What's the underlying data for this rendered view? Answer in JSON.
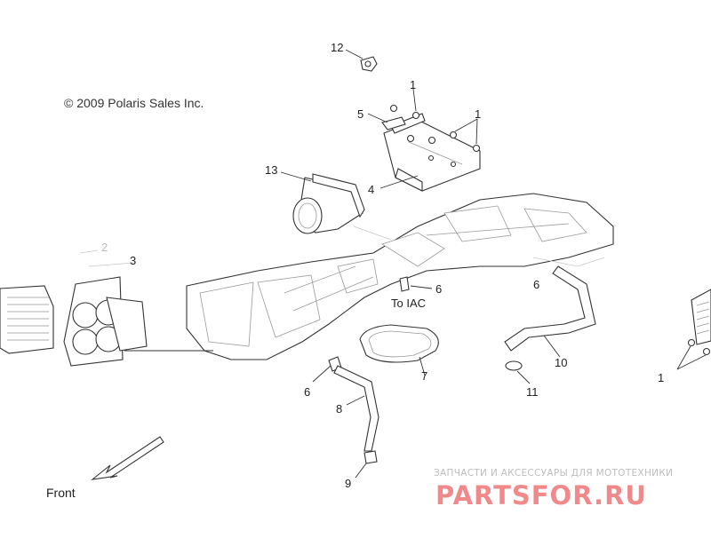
{
  "copyright": "© 2009 Polaris Sales Inc.",
  "front_label": "Front",
  "iac_label": "To IAC",
  "callouts": {
    "c1a": "1",
    "c1b": "1",
    "c1c": "1",
    "c2": "2",
    "c3": "3",
    "c4": "4",
    "c5": "5",
    "c6a": "6",
    "c6b": "6",
    "c6c": "6",
    "c7": "7",
    "c8": "8",
    "c9": "9",
    "c10": "10",
    "c11": "11",
    "c12": "12",
    "c13": "13"
  },
  "watermark": {
    "tagline": "ЗАПЧАСТИ И АКСЕССУАРЫ ДЛЯ МОТОТЕХНИКИ",
    "brand": "PARTSFOR.RU",
    "color": "#f08a8a"
  },
  "icons": [
    "front-arrow-icon"
  ]
}
